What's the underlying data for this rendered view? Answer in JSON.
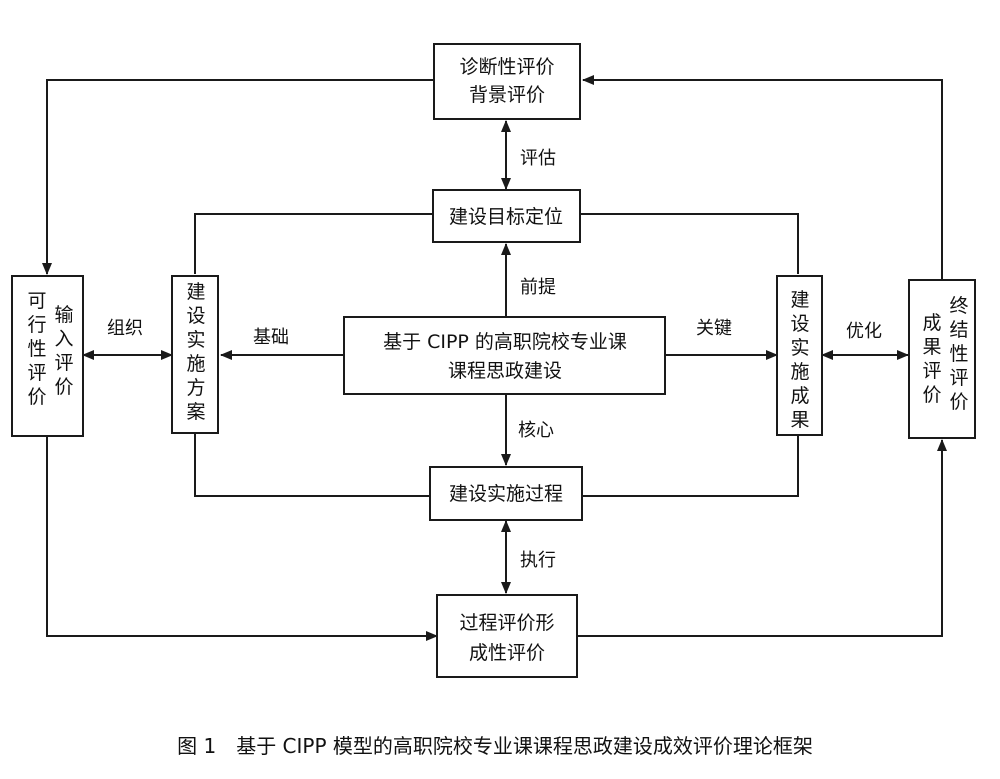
{
  "nodes": {
    "diagnostic": [
      "诊断性评价",
      "背景评价"
    ],
    "goal": "建设目标定位",
    "center": [
      "基于 CIPP 的高职院校专业课",
      "课程思政建设"
    ],
    "process": "建设实施过程",
    "process_eval": [
      "过程评价形",
      "成性评价"
    ],
    "plan": "建设实施方案",
    "results": "建设实施成果",
    "feasibility_col1": "可行性评价",
    "feasibility_col2": "输入评价",
    "summative_col1": "成果评价",
    "summative_col2": "终结性评价"
  },
  "edges": {
    "assess": "评估",
    "premise": "前提",
    "core": "核心",
    "execute": "执行",
    "foundation": "基础",
    "key": "关键",
    "organize": "组织",
    "optimize": "优化"
  },
  "caption": "图 1　基于 CIPP 模型的高职院校专业课课程思政建设成效评价理论框架"
}
